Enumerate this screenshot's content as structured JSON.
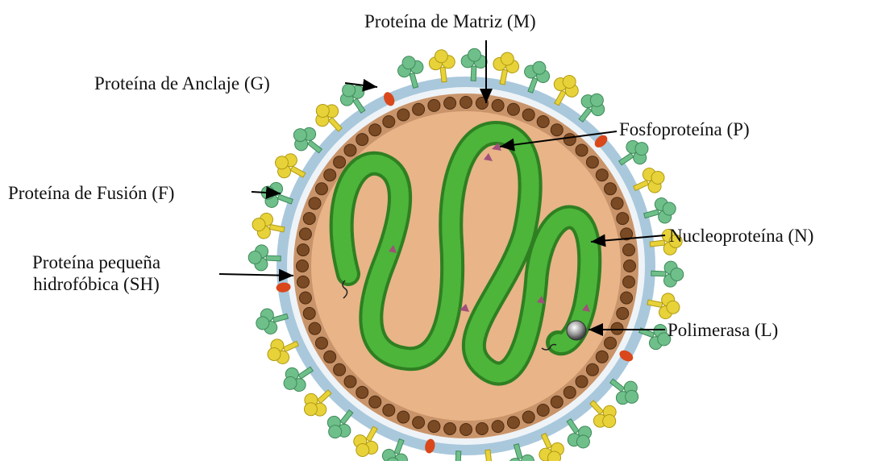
{
  "diagram": {
    "labels": {
      "matrix": "Proteína de Matriz (M)",
      "anchor": "Proteína de Anclaje (G)",
      "phospho": "Fosfoproteína (P)",
      "fusion": "Proteína de Fusión (F)",
      "nucleo": "Nucleoproteína (N)",
      "sh_line1": "Proteína pequeña",
      "sh_line2": "hidrofóbica (SH)",
      "polymerase": "Polimerasa (L)"
    },
    "colors": {
      "interior": "#e8b488",
      "membrane": "#a9c8dc",
      "matrix_bead": "#7a4a24",
      "g_protein": "#6fbf8a",
      "f_protein": "#e8d23a",
      "sh_protein": "#d9471b",
      "nucleocapsid": "#3f9a2c",
      "phosphoprotein": "#a0507a",
      "polymerase": "#8a8a8a"
    }
  }
}
